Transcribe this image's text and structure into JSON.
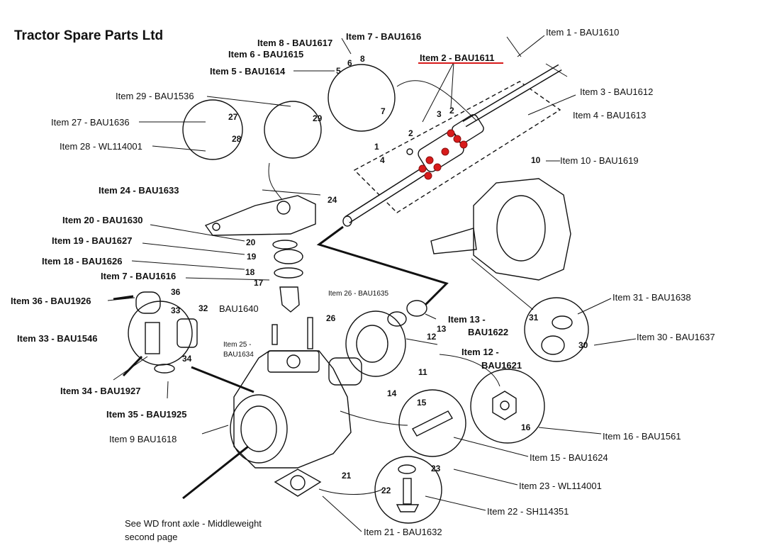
{
  "title": "Tractor Spare Parts Ltd",
  "callouts": {
    "item1": "Item 1 - BAU1610",
    "item2": "Item 2 - BAU1611",
    "item3": "Item 3 - BAU1612",
    "item4": "Item 4 - BAU1613",
    "item5": "Item 5 - BAU1614",
    "item6": "Item 6 - BAU1615",
    "item7_top": "Item 7 - BAU1616",
    "item8": "Item 8 - BAU1617",
    "item29": "Item 29 - BAU1536",
    "item27": "Item 27 - BAU1636",
    "item28": "Item 28 - WL114001",
    "item24": "Item 24 - BAU1633",
    "item20": "Item 20 - BAU1630",
    "item19": "Item 19 - BAU1627",
    "item18": "Item 18 - BAU1626",
    "item7_mid": "Item 7 - BAU1616",
    "item36": "Item 36 - BAU1926",
    "item32_code": "BAU1640",
    "item33": "Item 33 - BAU1546",
    "item34": "Item 34 - BAU1927",
    "item35": "Item 35 - BAU1925",
    "item9": "Item 9 BAU1618",
    "item10": "Item 10 - BAU1619",
    "item31": "Item 31 - BAU1638",
    "item30": "Item 30 - BAU1637",
    "item13_a": "Item 13 -",
    "item13_b": "BAU1622",
    "item12_a": "Item 12 -",
    "item12_b": "BAU1621",
    "item16": "Item 16 - BAU1561",
    "item15": "Item 15 - BAU1624",
    "item23": "Item 23 - WL114001",
    "item22": "Item 22 - SH114351",
    "item21": "Item 21 - BAU1632",
    "item26": "Item 26 - BAU1635",
    "item25_a": "Item 25 -",
    "item25_b": "BAU1634",
    "see_note_1": "See WD front axle - Middleweight",
    "see_note_2": "second page"
  },
  "part_numbers": {
    "n1": "1",
    "n2a": "2",
    "n2b": "2",
    "n3": "3",
    "n4": "4",
    "n5": "5",
    "n6": "6",
    "n7a": "7",
    "n8": "8",
    "n10": "10",
    "n11": "11",
    "n12": "12",
    "n13": "13",
    "n14": "14",
    "n15": "15",
    "n16": "16",
    "n17": "17",
    "n18": "18",
    "n19": "19",
    "n20": "20",
    "n21": "21",
    "n22": "22",
    "n23": "23",
    "n24": "24",
    "n26": "26",
    "n27": "27",
    "n28": "28",
    "n29": "29",
    "n30": "30",
    "n31": "31",
    "n32": "32",
    "n33": "33",
    "n34": "34",
    "n36": "36"
  },
  "colors": {
    "highlight": "#d81b1b",
    "ink": "#111111"
  }
}
